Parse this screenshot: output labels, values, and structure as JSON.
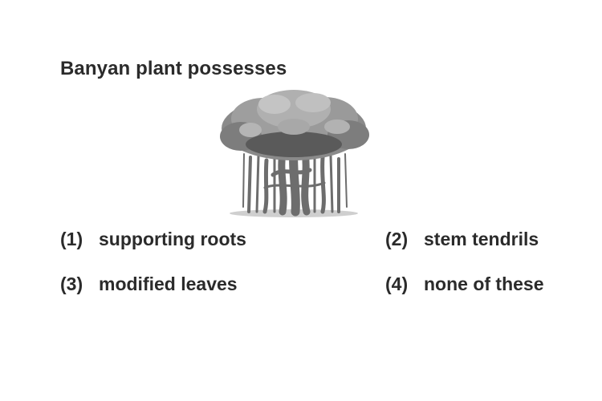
{
  "question": {
    "text": "Banyan plant possesses"
  },
  "figure": {
    "icon": "banyan-tree-icon",
    "colors": {
      "canopy_dark": "#5a5a5a",
      "canopy_mid": "#8a8a8a",
      "canopy_light": "#b9b9b9",
      "trunk": "#6d6d6d"
    }
  },
  "options": [
    {
      "number": "(1)",
      "text": "supporting roots"
    },
    {
      "number": "(2)",
      "text": "stem tendrils"
    },
    {
      "number": "(3)",
      "text": "modified leaves"
    },
    {
      "number": "(4)",
      "text": "none of these"
    }
  ]
}
